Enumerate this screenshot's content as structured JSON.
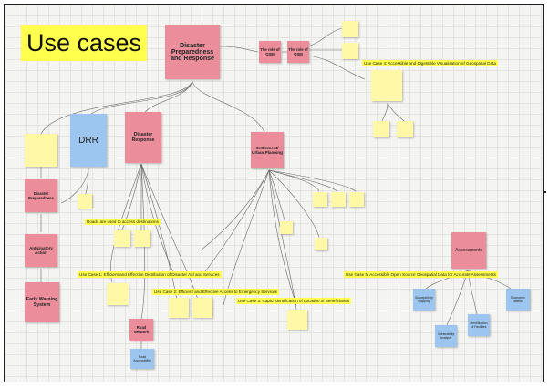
{
  "board_title": "Use cases",
  "notes": {
    "disaster_prep_response": "Disaster Preparedness and Response",
    "role_osm_1": "The role of OSM",
    "role_osm_2": "The role of OSM",
    "drr": "DRR",
    "disaster_response": "Disaster Response",
    "settlement_planning": "Settlement/ Urban Planning",
    "disaster_preparedness": "Disaster Preparedness",
    "anticipatory_action": "Anticipatory Action",
    "early_warning": "Early Warning System",
    "road_network": "Road Network",
    "road_accessibility": "Road Accessibility",
    "assessments": "Assessments",
    "susceptibility_mapping": "Susceptibility Mapping",
    "vulnerability_analysis": "Vulnerability Analysis",
    "identification_facilities": "Identification of Facilities",
    "economic_status": "Economic status"
  },
  "labels": {
    "use_case_4": "Use Case 4: Accessible and Digestible Visualisation of Geospatial Data",
    "roads_access": "Roads are used to access destinations",
    "use_case_1": "Use Case 1: Efficient and Effective Distribution of Disaster Aid and Services",
    "use_case_2": "Use Case 2: Efficient and Effective Access to Emergency Services",
    "use_case_3": "Use Case 3: Rapid Identification of Location of Beneficiaries",
    "use_case_5": "Use Case 5: Accessible Open Source Geospatial Data for Accurate Assessments"
  },
  "colors": {
    "red_note": "#eb8d9b",
    "blue_note": "#9cc6ef",
    "yellow_note": "#fff8a6",
    "highlight": "#ffff4d"
  }
}
